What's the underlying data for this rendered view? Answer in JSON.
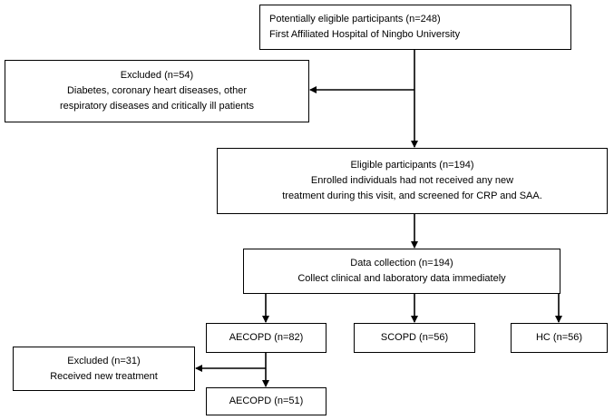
{
  "nodes": {
    "potentially_eligible": {
      "lines": [
        "Potentially eligible participants (n=248)",
        "First Affiliated Hospital of Ningbo University"
      ]
    },
    "excluded_first": {
      "lines": [
        "Excluded (n=54)",
        "Diabetes, coronary heart diseases, other",
        "respiratory diseases and critically ill patients"
      ]
    },
    "eligible": {
      "lines": [
        "Eligible participants (n=194)",
        "Enrolled individuals had not received any new",
        "treatment during this visit, and screened for CRP and SAA."
      ]
    },
    "data_collection": {
      "lines": [
        "Data collection (n=194)",
        "Collect clinical and laboratory data immediately"
      ]
    },
    "aecopd": {
      "lines": [
        "AECOPD (n=82)"
      ]
    },
    "scopd": {
      "lines": [
        "SCOPD (n=56)"
      ]
    },
    "hc": {
      "lines": [
        "HC (n=56)"
      ]
    },
    "excluded_second": {
      "lines": [
        "Excluded (n=31)",
        "Received new treatment"
      ]
    },
    "aecopd_final": {
      "lines": [
        "AECOPD (n=51)"
      ]
    }
  },
  "edges": [
    {
      "from": "potentially_eligible",
      "to": "eligible"
    },
    {
      "from": "potentially_eligible",
      "to": "excluded_first"
    },
    {
      "from": "eligible",
      "to": "data_collection"
    },
    {
      "from": "data_collection",
      "to": "aecopd"
    },
    {
      "from": "data_collection",
      "to": "scopd"
    },
    {
      "from": "data_collection",
      "to": "hc"
    },
    {
      "from": "aecopd",
      "to": "aecopd_final"
    },
    {
      "from": "aecopd",
      "to": "excluded_second"
    }
  ]
}
